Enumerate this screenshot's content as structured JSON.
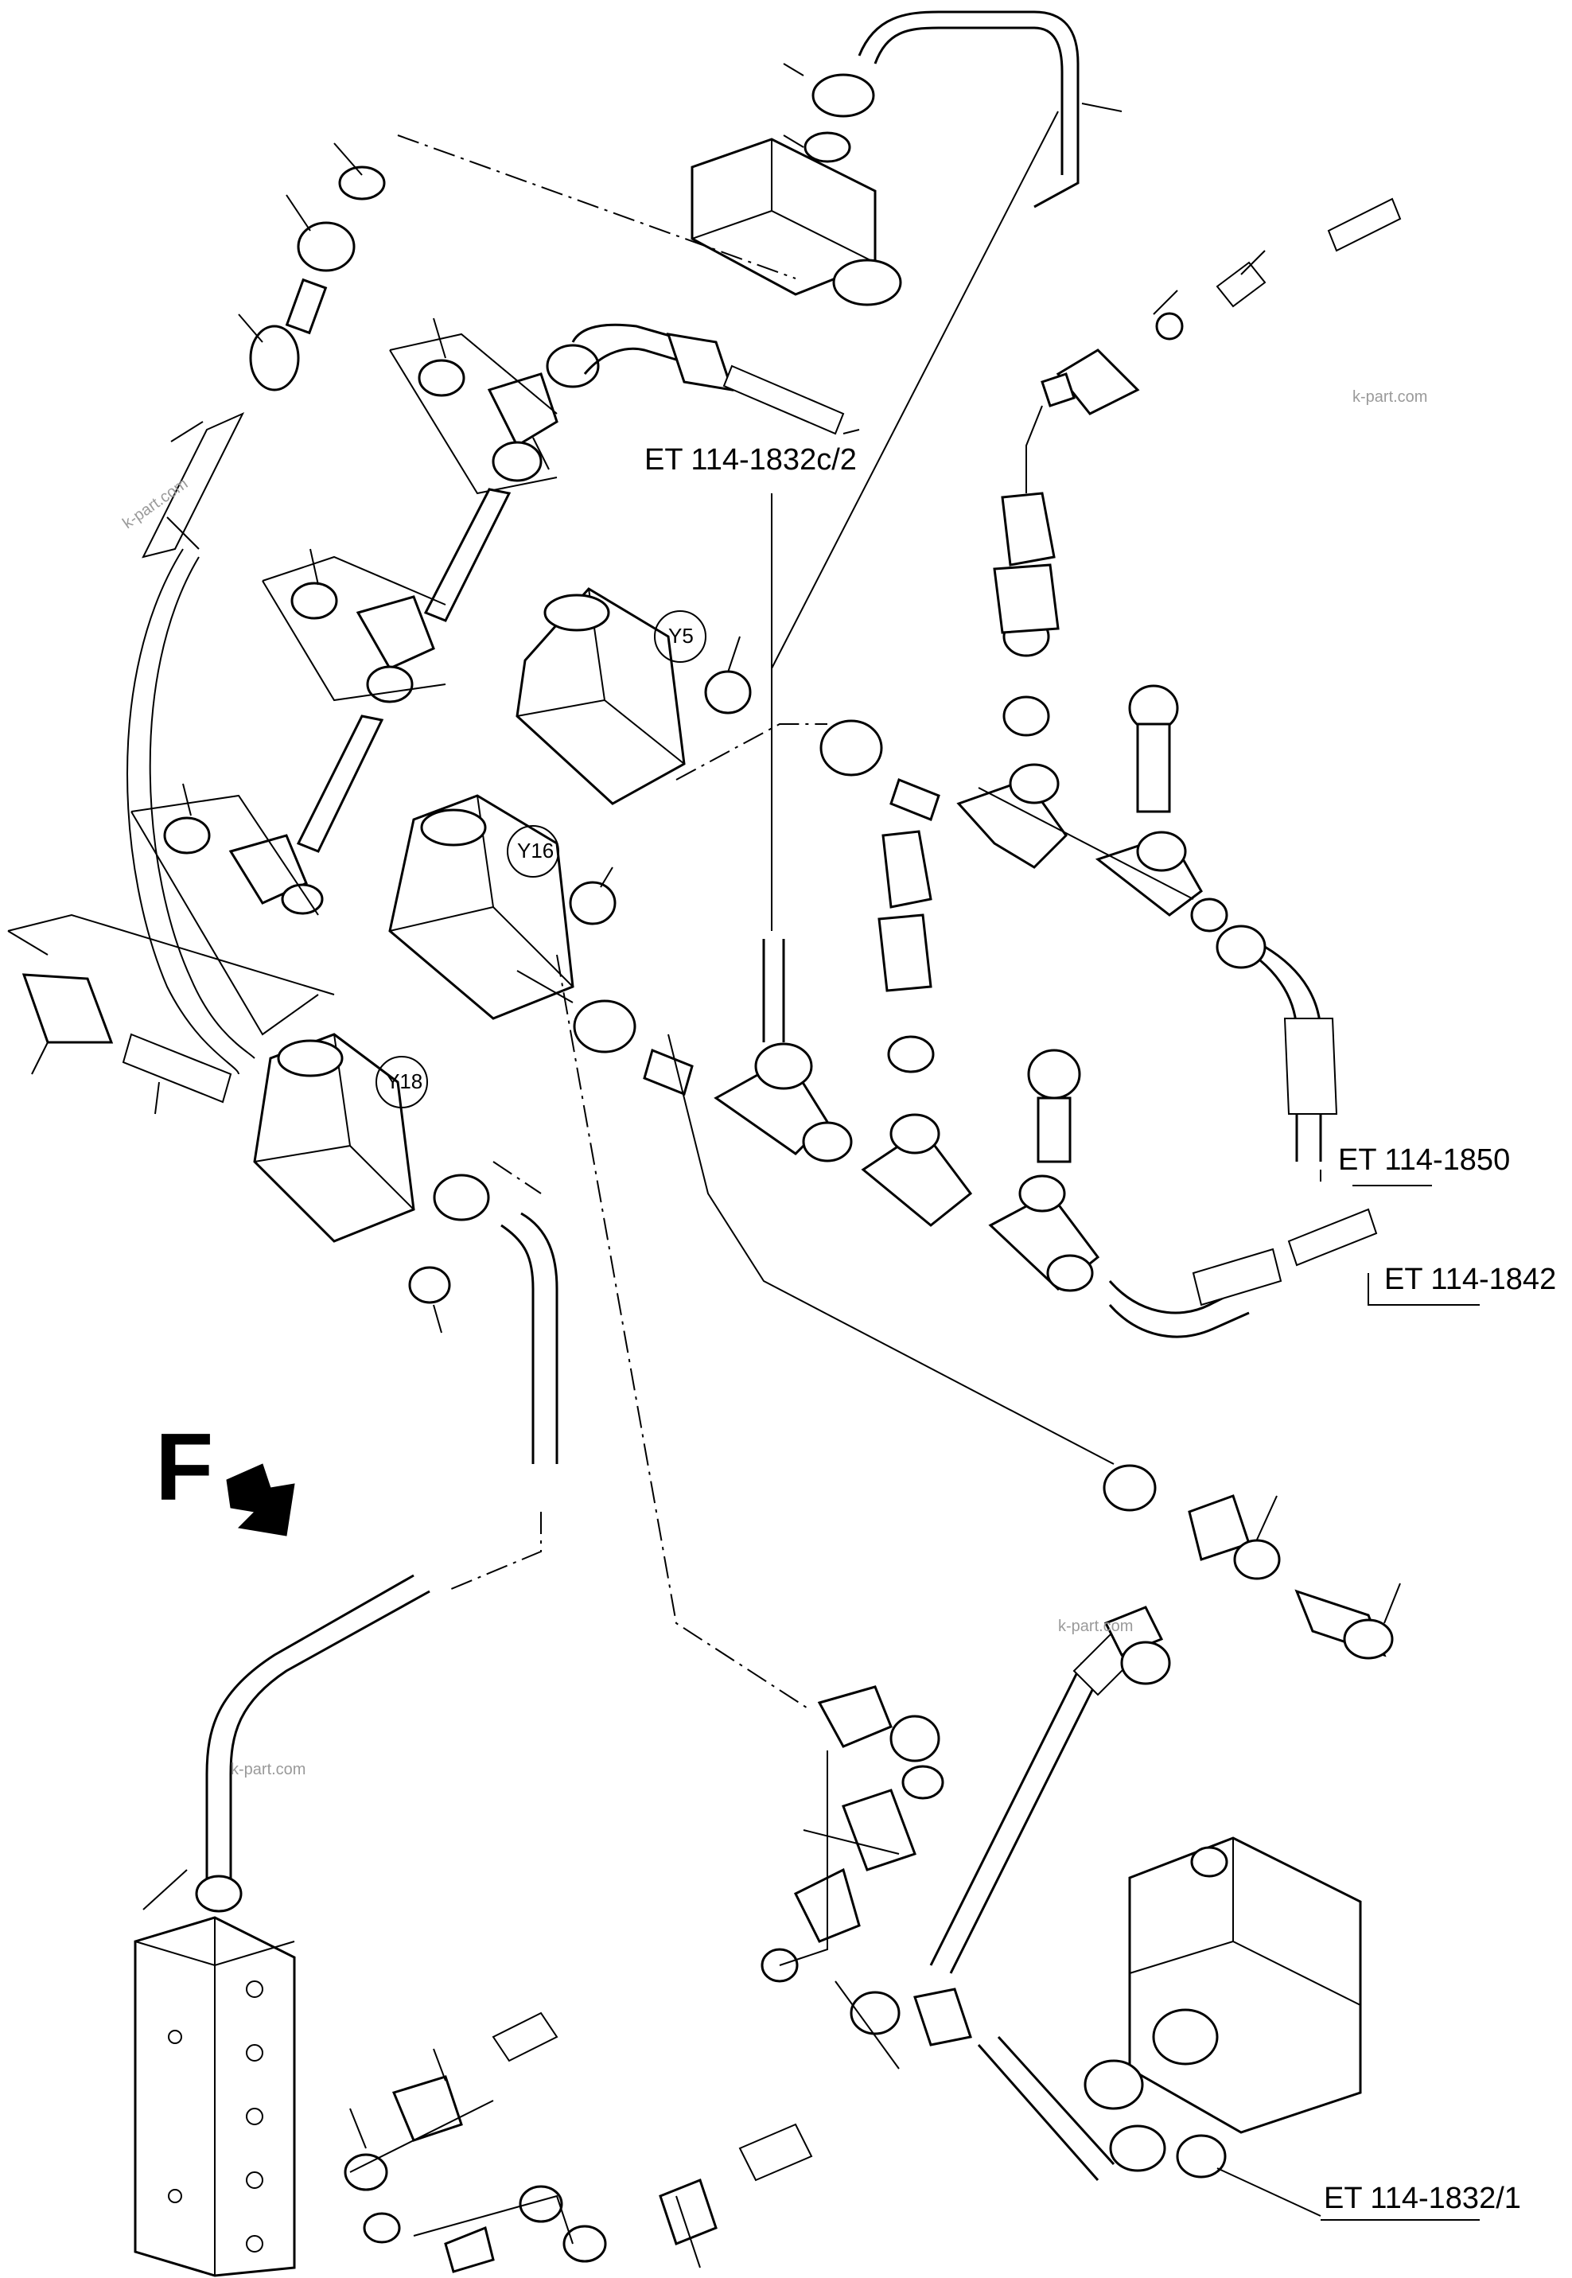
{
  "references": {
    "et_1832c2": "ET 114-1832c/2",
    "et_1850": "ET 114-1850",
    "et_1842": "ET 114-1842",
    "et_18321": "ET 114-1832/1"
  },
  "valve_tags": {
    "y5": "Y5",
    "y16": "Y16",
    "y18": "Y18"
  },
  "direction_marker": "F",
  "watermarks": [
    "k-part.com",
    "k-part.com",
    "k-part.com",
    "k-part.com"
  ]
}
